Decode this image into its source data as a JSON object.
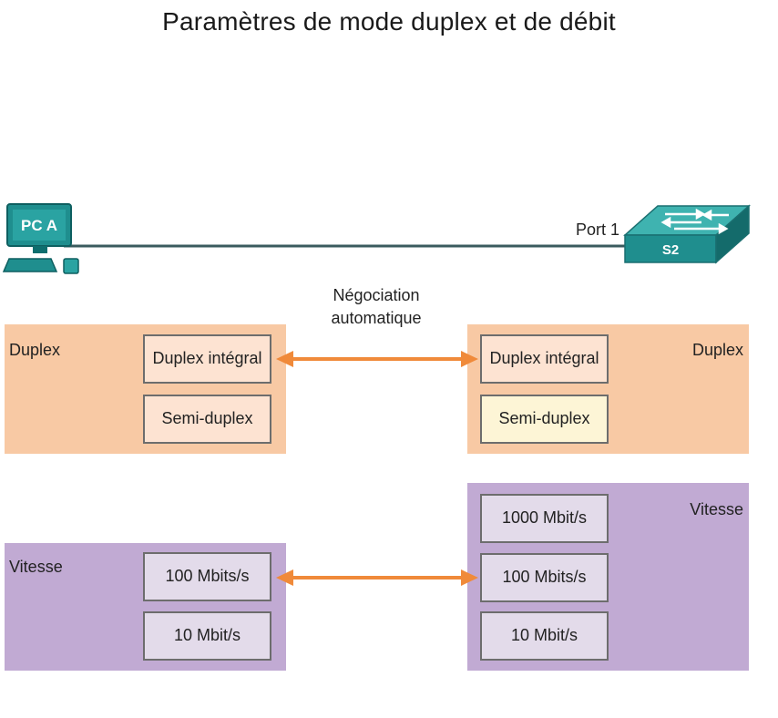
{
  "title": "Paramètres de mode duplex et de débit",
  "devices": {
    "pc": {
      "label": "PC A"
    },
    "switch": {
      "label": "S2",
      "port_label": "Port 1"
    }
  },
  "negotiation_label": "Négociation automatique",
  "left": {
    "duplex": {
      "label": "Duplex",
      "options": [
        "Duplex intégral",
        "Semi-duplex"
      ]
    },
    "speed": {
      "label": "Vitesse",
      "options": [
        "100 Mbits/s",
        "10 Mbit/s"
      ]
    }
  },
  "right": {
    "duplex": {
      "label": "Duplex",
      "options": [
        "Duplex intégral",
        "Semi-duplex"
      ]
    },
    "speed": {
      "label": "Vitesse",
      "options": [
        "1000 Mbit/s",
        "100 Mbits/s",
        "10 Mbit/s"
      ]
    }
  },
  "colors": {
    "duplex_panel": "#f8c9a4",
    "speed_panel": "#c1aad3",
    "arrow": "#f08a3a",
    "device_teal": "#1f8e8e"
  }
}
